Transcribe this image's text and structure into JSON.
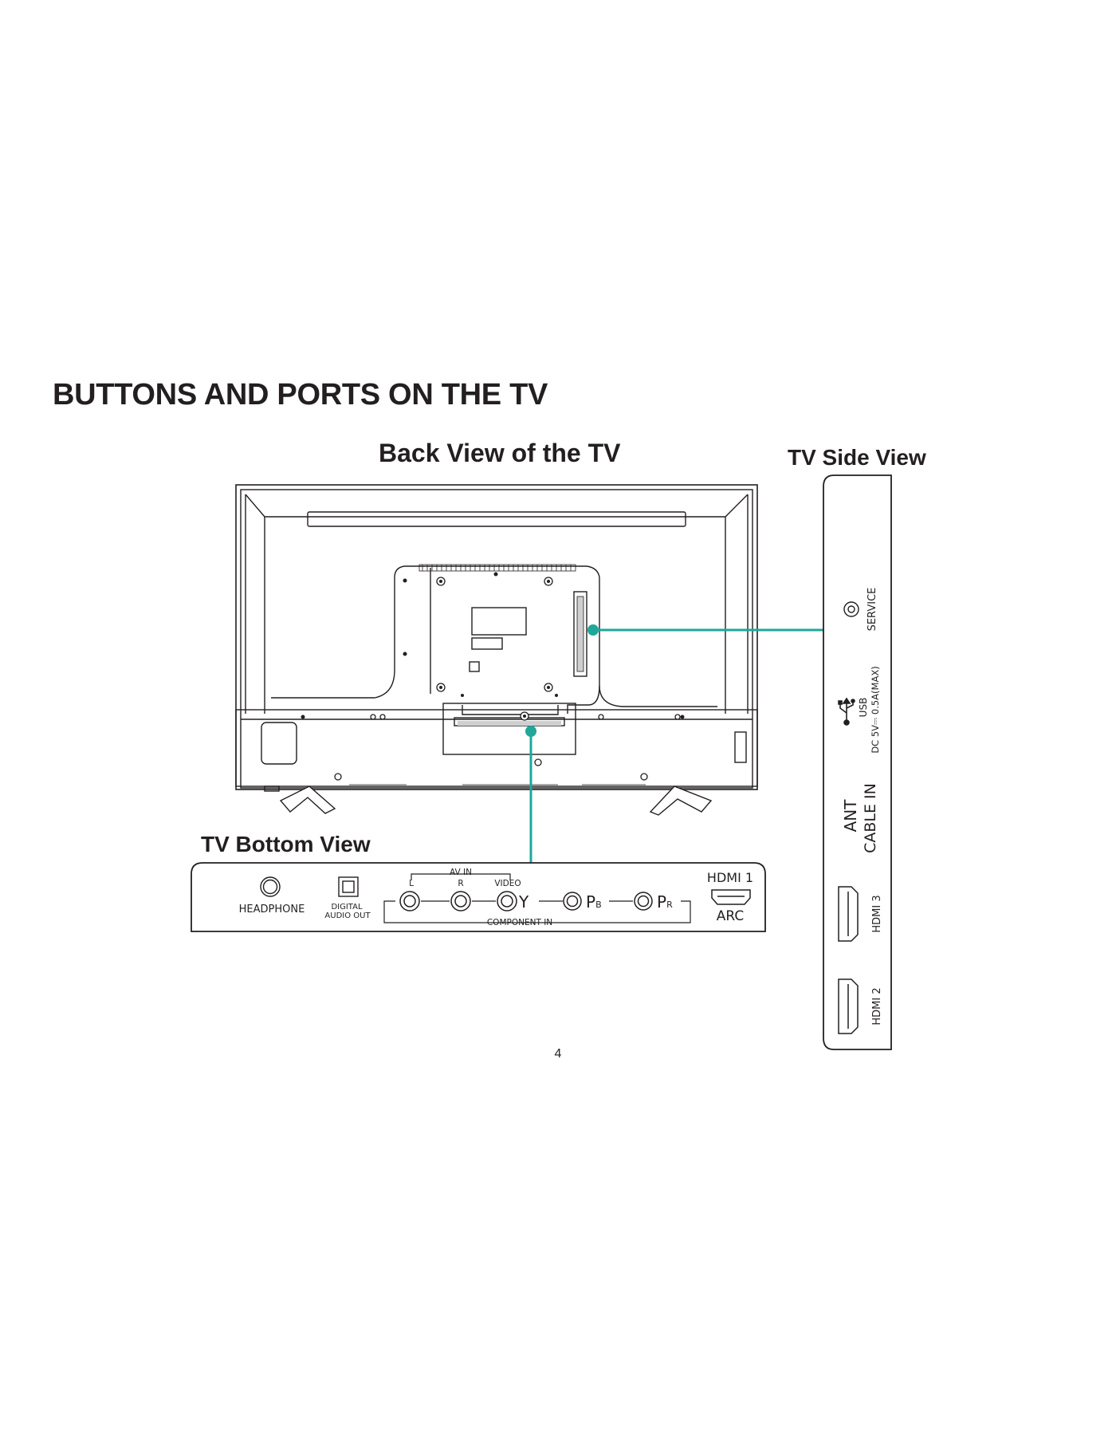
{
  "heading": "BUTTONS AND PORTS ON THE TV",
  "back_view_title": "Back View of the TV",
  "side_view_title": "TV Side View",
  "bottom_view_title": "TV Bottom View",
  "page_number": "4",
  "accent_color": "#1fa79a",
  "bottom_panel": {
    "headphone": "HEADPHONE",
    "digital_audio_out_line1": "DIGITAL",
    "digital_audio_out_line2": "AUDIO OUT",
    "av_in": "AV IN",
    "av_l": "L",
    "av_r": "R",
    "video": "VIDEO",
    "y": "Y",
    "pb": "P",
    "pb_sub": "B",
    "pr": "P",
    "pr_sub": "R",
    "component_in": "COMPONENT IN",
    "hdmi1": "HDMI 1",
    "arc": "ARC"
  },
  "side_panel": {
    "service": "SERVICE",
    "usb": "USB",
    "usb_power": "DC 5V⎓ 0.5A(MAX)",
    "ant": "ANT",
    "cable_in": "CABLE IN",
    "hdmi3": "HDMI 3",
    "hdmi2": "HDMI 2"
  }
}
